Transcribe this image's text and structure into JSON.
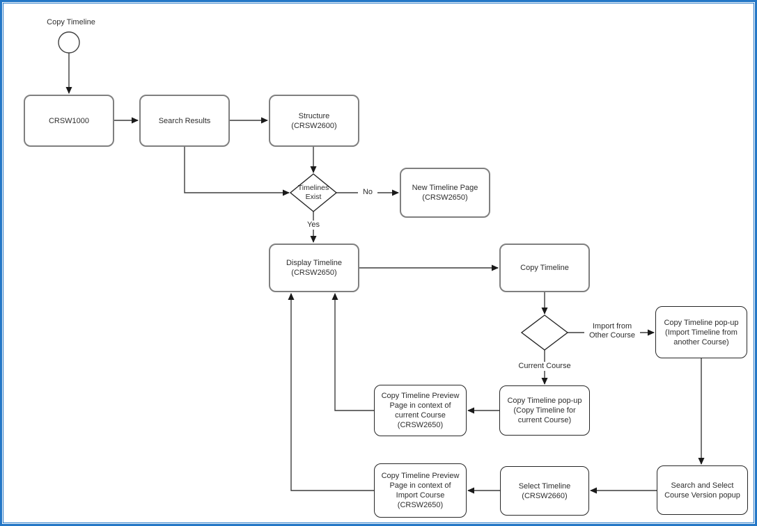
{
  "page": {
    "border_color": "#2376C6",
    "background": "#FFFFFF"
  },
  "flowchart": {
    "start": {
      "label": "Copy Timeline"
    },
    "nodes": {
      "crsw1000": {
        "label": "CRSW1000"
      },
      "search_results": {
        "label": "Search Results"
      },
      "structure": {
        "label": "Structure\n(CRSW2600)"
      },
      "timelines_exist": {
        "label": "Timelines\nExist"
      },
      "new_timeline_page": {
        "label": "New Timeline Page\n(CRSW2650)"
      },
      "display_timeline": {
        "label": "Display Timeline\n(CRSW2650)"
      },
      "copy_timeline": {
        "label": "Copy Timeline"
      },
      "copy_popup_import": {
        "label": "Copy Timeline pop-up\n(Import Timeline from\nanother Course)"
      },
      "copy_popup_current": {
        "label": "Copy Timeline pop-up\n(Copy Timeline for\ncurrent Course)"
      },
      "preview_current": {
        "label": "Copy Timeline Preview\nPage in context of\ncurrent Course\n(CRSW2650)"
      },
      "search_select_popup": {
        "label": "Search and Select\nCourse Version popup"
      },
      "select_timeline": {
        "label": "Select Timeline\n(CRSW2660)"
      },
      "preview_import": {
        "label": "Copy Timeline Preview\nPage in context of\nImport Course\n(CRSW2650)"
      }
    },
    "edge_labels": {
      "no": "No",
      "yes": "Yes",
      "import_from_other": "Import from\nOther Course",
      "current_course": "Current Course"
    }
  }
}
